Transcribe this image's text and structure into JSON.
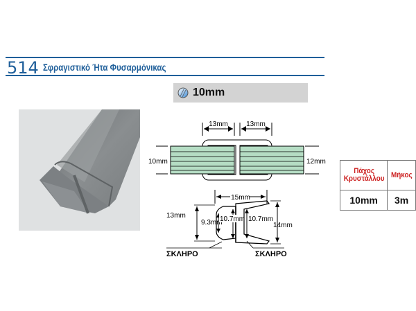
{
  "header": {
    "code": "514",
    "title": "Σφραγιστικό Ήτα Φυσαρμόνικας"
  },
  "thickness_bar": {
    "icon": "glass-thickness-icon",
    "label": "10mm"
  },
  "photo": {
    "description": "product-photo-seal-profile"
  },
  "diagram": {
    "top": {
      "width_left": "13mm",
      "width_right": "13mm",
      "glass_left": "10mm",
      "glass_right": "12mm"
    },
    "bottom": {
      "width": "15mm",
      "height_left": "13mm",
      "inner_left": "9.3mm",
      "inner_mid_left": "10.7mm",
      "inner_mid_right": "10.7mm",
      "height_right": "14mm",
      "label_left": "ΣΚΛΗΡΟ",
      "label_right": "ΣΚΛΗΡΟ"
    }
  },
  "spec_table": {
    "headers": [
      "Πάχος Κρυστάλλου",
      "Μήκος"
    ],
    "values": [
      "10mm",
      "3m"
    ],
    "header_color": "#cc1f1f"
  },
  "colors": {
    "brand": "#1f5f9a",
    "glass": "#b5ddc4"
  }
}
